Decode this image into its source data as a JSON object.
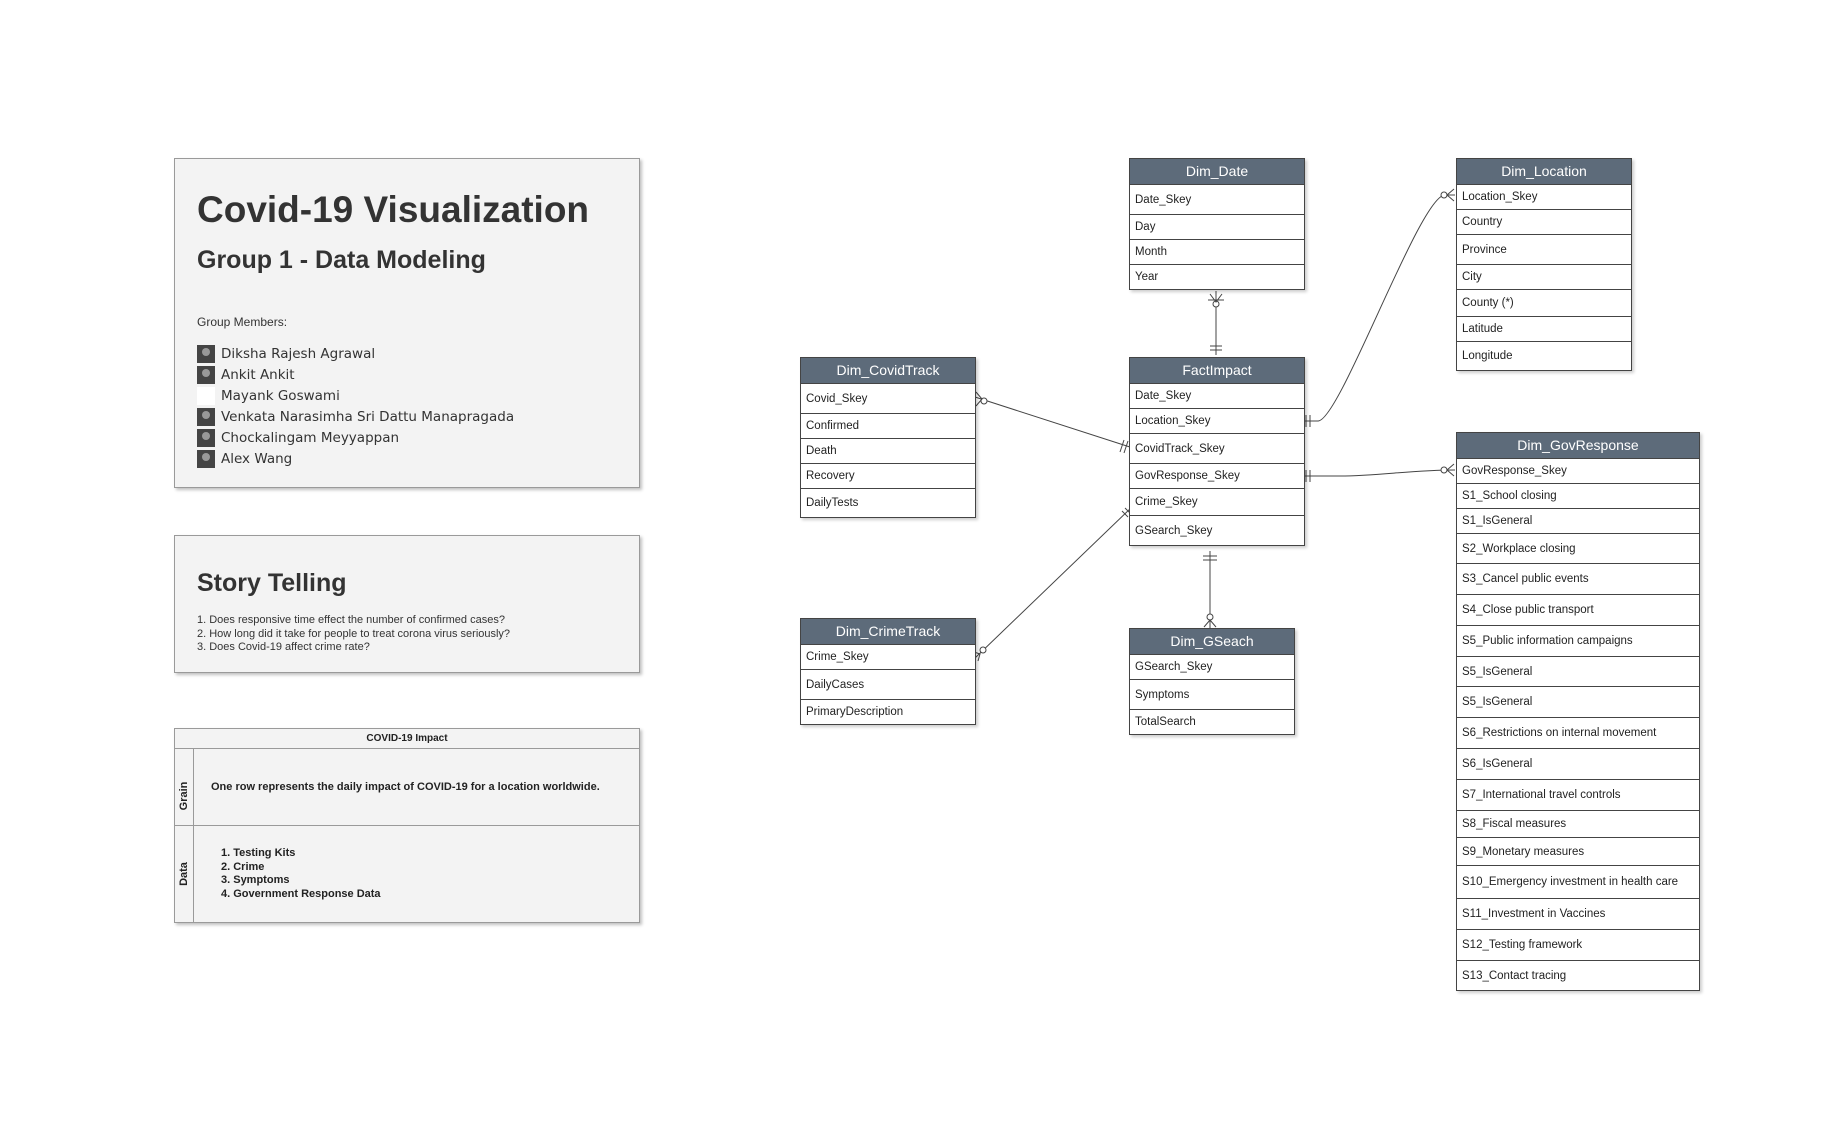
{
  "overview": {
    "title": "Covid-19 Visualization",
    "subtitle": "Group 1  - Data Modeling",
    "members_label": "Group Members:",
    "members": [
      {
        "name": "Diksha Rajesh Agrawal",
        "photo": true
      },
      {
        "name": "Ankit Ankit",
        "photo": true
      },
      {
        "name": "Mayank Goswami",
        "photo": false
      },
      {
        "name": "Venkata Narasimha Sri Dattu Manapragada",
        "photo": true
      },
      {
        "name": "Chockalingam Meyyappan",
        "photo": true
      },
      {
        "name": "Alex Wang",
        "photo": true
      }
    ]
  },
  "story": {
    "title": "Story Telling",
    "questions": [
      "1. Does responsive time effect the number of confirmed cases?",
      "2. How long did it take for people to treat corona virus seriously?",
      "3. Does Covid-19 affect crime rate?"
    ]
  },
  "impact": {
    "title": "COVID-19 Impact",
    "grain_label": "Grain",
    "grain_text": "One row represents the daily impact of COVID-19 for a location worldwide.",
    "data_label": "Data",
    "data_items": [
      "1. Testing Kits",
      "2. Crime",
      "3. Symptoms",
      "4. Government Response Data"
    ]
  },
  "entities": {
    "dim_date": {
      "name": "Dim_Date",
      "fields": [
        "Date_Skey",
        "Day",
        "Month",
        "Year"
      ]
    },
    "dim_location": {
      "name": "Dim_Location",
      "fields": [
        "Location_Skey",
        "Country",
        "Province",
        "City",
        "County (*)",
        "Latitude",
        "Longitude"
      ]
    },
    "dim_covidtrack": {
      "name": "Dim_CovidTrack",
      "fields": [
        "Covid_Skey",
        "Confirmed",
        "Death",
        "Recovery",
        "DailyTests"
      ]
    },
    "factimpact": {
      "name": "FactImpact",
      "fields": [
        "Date_Skey",
        "Location_Skey",
        "CovidTrack_Skey",
        "GovResponse_Skey",
        "Crime_Skey",
        "GSearch_Skey"
      ]
    },
    "dim_crimetrack": {
      "name": "Dim_CrimeTrack",
      "fields": [
        "Crime_Skey",
        "DailyCases",
        "PrimaryDescription"
      ]
    },
    "dim_gsearch": {
      "name": "Dim_GSeach",
      "fields": [
        "GSearch_Skey",
        "Symptoms",
        "TotalSearch"
      ]
    },
    "dim_govresponse": {
      "name": "Dim_GovResponse",
      "fields": [
        "GovResponse_Skey",
        "S1_School closing",
        "S1_IsGeneral",
        "S2_Workplace closing",
        "S3_Cancel public events",
        "S4_Close public transport",
        "S5_Public information campaigns",
        "S5_IsGeneral",
        "S5_IsGeneral",
        "S6_Restrictions on internal movement",
        "S6_IsGeneral",
        "S7_International travel controls",
        "S8_Fiscal measures",
        "S9_Monetary measures",
        "S10_Emergency investment in health care",
        "S11_Investment in Vaccines",
        "S12_Testing framework",
        "S13_Contact tracing"
      ]
    }
  },
  "colors": {
    "entity_header": "#5d6b7a",
    "card_bg": "#f3f3f3",
    "line": "#444444"
  }
}
